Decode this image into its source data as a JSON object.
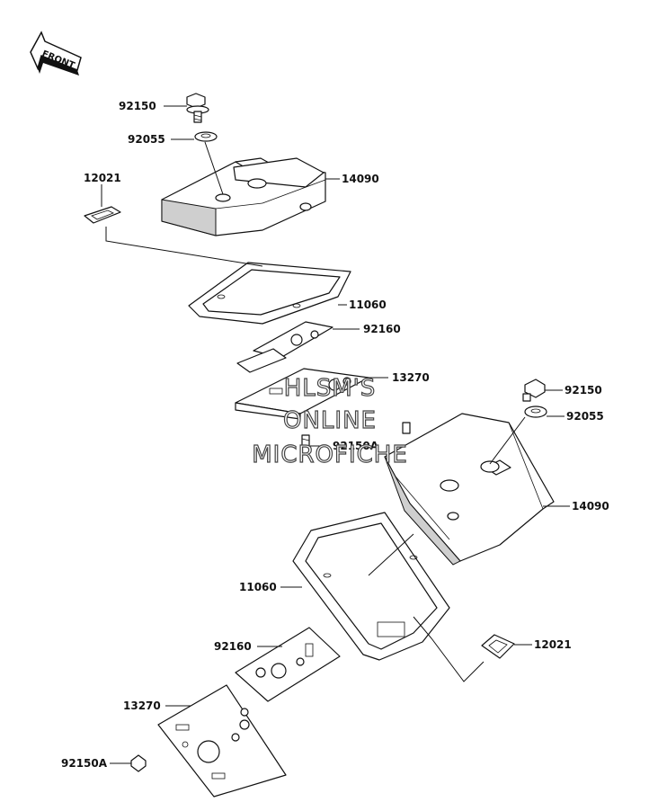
{
  "front_arrow": {
    "label": "FRONT"
  },
  "callouts": [
    {
      "id": "c1",
      "text": "92150"
    },
    {
      "id": "c2",
      "text": "92055"
    },
    {
      "id": "c3",
      "text": "12021"
    },
    {
      "id": "c4",
      "text": "14090"
    },
    {
      "id": "c5",
      "text": "11060"
    },
    {
      "id": "c6",
      "text": "92160"
    },
    {
      "id": "c7",
      "text": "13270"
    },
    {
      "id": "c8",
      "text": "92150A"
    },
    {
      "id": "c9",
      "text": "92150"
    },
    {
      "id": "c10",
      "text": "92055"
    },
    {
      "id": "c11",
      "text": "14090"
    },
    {
      "id": "c12",
      "text": "11060"
    },
    {
      "id": "c13",
      "text": "12021"
    },
    {
      "id": "c14",
      "text": "92160"
    },
    {
      "id": "c15",
      "text": "13270"
    },
    {
      "id": "c16",
      "text": "92150A"
    }
  ],
  "watermark": [
    "HLSM'S",
    "ONLINE",
    "MICROFICHE"
  ]
}
